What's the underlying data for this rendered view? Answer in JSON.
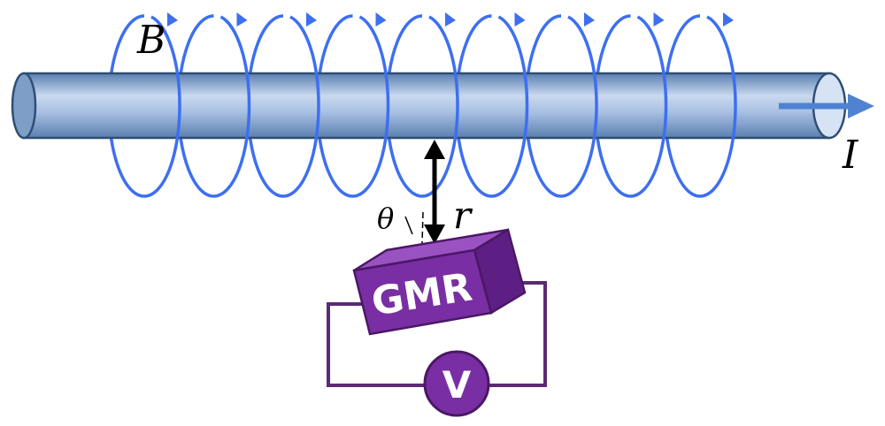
{
  "labels": {
    "field": "B",
    "current": "I",
    "distance": "r",
    "angle": "θ",
    "sensor": "GMR",
    "voltmeter": "V"
  },
  "colors": {
    "wire_light": "#c9d9ef",
    "wire_mid": "#8aa9d2",
    "wire_dark": "#5a7fb1",
    "wire_outline": "#2f4f73",
    "field_loops": "#3d6ff0",
    "current_arrow": "#4f83d1",
    "sensor_front": "#7a2ea3",
    "sensor_top": "#9a52c2",
    "sensor_side": "#5e1f84",
    "circuit": "#5b2a74",
    "meter_fill": "#7a2ea3",
    "distance_arrow": "#000000"
  },
  "field_loop_count": 9
}
